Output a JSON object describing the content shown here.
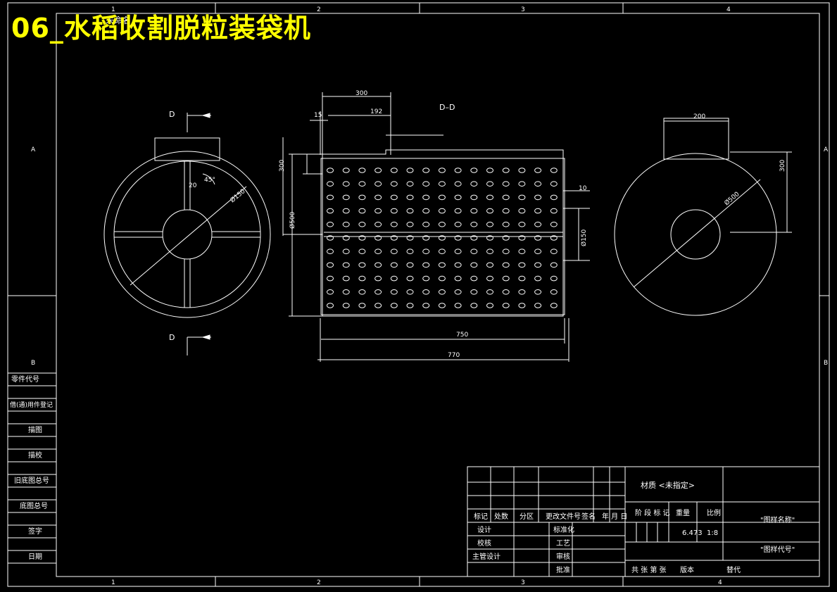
{
  "title": "06_水稻收割脱粒装袋机",
  "overlapped_label": "未命名",
  "section_label": "D–D",
  "section_mark": "D",
  "frame": {
    "columns": [
      "1",
      "2",
      "3",
      "4"
    ],
    "rows": [
      "A",
      "B"
    ]
  },
  "left_sidebar": [
    "零件代号",
    "借(通)用件登记",
    "描图",
    "描校",
    "旧底图总号",
    "底图总号",
    "签字",
    "日期"
  ],
  "dimensions": {
    "width_top": "300",
    "offset_small": "15",
    "width_inner": "192",
    "height_left": "300",
    "dia_main_section": "Ø500",
    "gap": "10",
    "dia_hub": "Ø150",
    "length_inner": "750",
    "length_total": "770",
    "angle": "45°",
    "rib": "20",
    "dia_left": "Ø150",
    "width_right": "200",
    "height_right": "300",
    "dia_right": "Ø500"
  },
  "title_block": {
    "material": "材质 <未指定>",
    "header_labels": [
      "标记",
      "处数",
      "分区",
      "更改文件号",
      "签名",
      "年 月 日"
    ],
    "role_labels": [
      "设计",
      "校核",
      "主管设计"
    ],
    "mid_labels": [
      "标准化",
      "工艺",
      "审核",
      "批准"
    ],
    "stage_header": "阶 段 标 记",
    "weight_header": "重量",
    "scale_header": "比例",
    "weight": "6.473",
    "scale": "1:8",
    "drawing_name": "\"图样名称\"",
    "drawing_code": "\"图样代号\"",
    "sheets": "共  张 第  张",
    "version": "版本",
    "replace": "替代"
  }
}
